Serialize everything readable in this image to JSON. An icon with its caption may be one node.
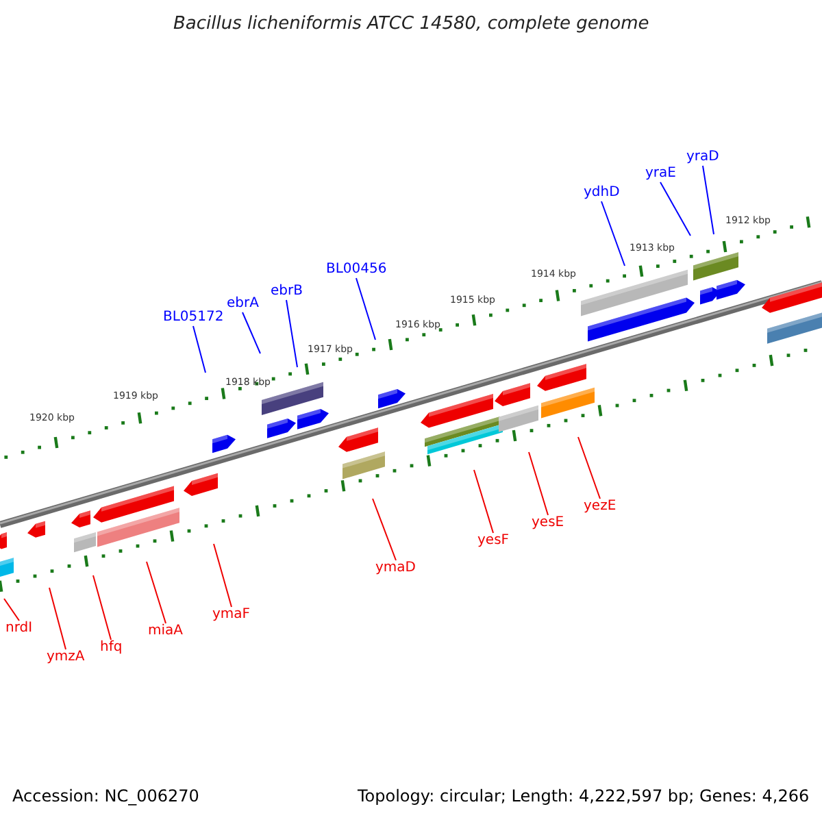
{
  "diagram": {
    "title": "Bacillus licheniformis ATCC 14580, complete genome",
    "nodes": [
      {
        "text": [
          "BL05172"
        ]
      },
      {
        "text": [
          "ebrA"
        ]
      },
      {
        "text": [
          "ebrB"
        ]
      },
      {
        "text": [
          "BL00456"
        ]
      },
      {
        "text": [
          "ydhD"
        ]
      },
      {
        "text": [
          "yraE"
        ]
      },
      {
        "text": [
          "yraD"
        ]
      },
      {
        "text": [
          "nrdI"
        ]
      },
      {
        "text": [
          "ymzA"
        ]
      },
      {
        "text": [
          "hfq"
        ]
      },
      {
        "text": [
          "miaA"
        ]
      },
      {
        "text": [
          "ymaF"
        ]
      },
      {
        "text": [
          "ymaD"
        ]
      },
      {
        "text": [
          "yesF"
        ]
      },
      {
        "text": [
          "yesE"
        ]
      },
      {
        "text": [
          "yezE"
        ]
      }
    ],
    "edges": [
      {
        "from": 0,
        "to": null,
        "arrow": "none",
        "color": "#0000ff"
      },
      {
        "from": 1,
        "to": null,
        "arrow": "none",
        "color": "#0000ff"
      },
      {
        "from": 2,
        "to": null,
        "arrow": "none",
        "color": "#0000ff"
      },
      {
        "from": 3,
        "to": null,
        "arrow": "none",
        "color": "#0000ff"
      },
      {
        "from": 4,
        "to": null,
        "arrow": "none",
        "color": "#0000ff"
      },
      {
        "from": 5,
        "to": null,
        "arrow": "none",
        "color": "#0000ff"
      },
      {
        "from": 6,
        "to": null,
        "arrow": "none",
        "color": "#0000ff"
      },
      {
        "from": 7,
        "to": null,
        "arrow": "none"
      },
      {
        "from": 8,
        "to": null,
        "arrow": "none"
      },
      {
        "from": 9,
        "to": null,
        "arrow": "none"
      },
      {
        "from": 10,
        "to": null,
        "arrow": "none"
      },
      {
        "from": 11,
        "to": null,
        "arrow": "none"
      },
      {
        "from": 12,
        "to": null,
        "arrow": "none"
      },
      {
        "from": 13,
        "to": null,
        "arrow": "none"
      },
      {
        "from": 14,
        "to": null,
        "arrow": "none"
      },
      {
        "from": 15,
        "to": null,
        "arrow": "none"
      }
    ],
    "labels": [
      "1912 kbp",
      "1913 kbp",
      "1914 kbp",
      "1915 kbp",
      "1916 kbp",
      "1917 kbp",
      "1918 kbp",
      "1919 kbp",
      "1920 kbp",
      "Accession: NC_006270",
      "Topology: circular; Length: 4,222,597 bp; Genes: 4,266"
    ]
  }
}
